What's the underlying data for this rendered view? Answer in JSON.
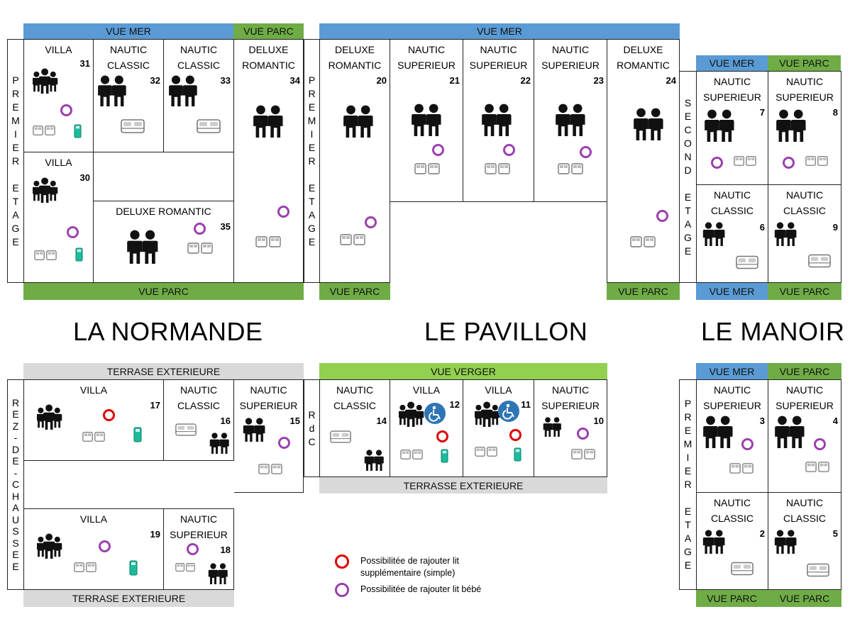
{
  "legend": {
    "extra_bed": "Possibilitée de rajouter lit supplémentaire (simple)",
    "baby_bed": "Possibilitée de rajouter lit bébé"
  },
  "buildings": {
    "normande": "LA NORMANDE",
    "pavillon": "LE PAVILLON",
    "manoir": "LE MANOIR"
  },
  "bands": {
    "top_vue_mer_left": "VUE MER",
    "top_vue_parc_left": "VUE PARC",
    "top_vue_mer_mid": "VUE MER",
    "normande_bottom": "VUE PARC",
    "pavillon_bottom_left": "VUE PARC",
    "pavillon_bottom_right": "VUE PARC",
    "manoir_top_mer": "VUE MER",
    "manoir_top_parc": "VUE PARC",
    "manoir_mid_mer": "VUE MER",
    "manoir_mid_parc": "VUE PARC",
    "normande_rdc_top": "TERRASE EXTERIEURE",
    "normande_rdc_bottom": "TERRASE EXTERIEURE",
    "pavillon_rdc_top": "VUE VERGER",
    "pavillon_rdc_bottom": "TERRASSE EXTERIEURE",
    "manoir_rdc_top_mer": "VUE MER",
    "manoir_rdc_top_parc": "VUE PARC",
    "manoir_rdc_bottom_a": "VUE PARC",
    "manoir_rdc_bottom_b": "VUE PARC"
  },
  "floors": {
    "premier_etage": [
      "P",
      "R",
      "E",
      "M",
      "I",
      "E",
      "R",
      "",
      "E",
      "T",
      "A",
      "G",
      "E"
    ],
    "premier_etage_mid": [
      "P",
      "R",
      "E",
      "M",
      "I",
      "E",
      "R",
      "",
      "E",
      "T",
      "A",
      "G",
      "E"
    ],
    "second_etage": [
      "S",
      "E",
      "C",
      "O",
      "N",
      "D",
      "",
      "E",
      "T",
      "A",
      "G",
      "E"
    ],
    "rez_de_chaussee": [
      "R",
      "E",
      "Z",
      "-",
      "D",
      "E",
      "-",
      "C",
      "H",
      "A",
      "U",
      "S",
      "S",
      "E",
      "E"
    ],
    "rdc": [
      "R",
      "d",
      "C"
    ],
    "premier_etage_manoir": [
      "P",
      "R",
      "E",
      "M",
      "I",
      "E",
      "R",
      "",
      "E",
      "T",
      "A",
      "G",
      "E"
    ]
  },
  "rooms": {
    "r31": {
      "l1": "VILLA",
      "l2": "",
      "num": "31"
    },
    "r32": {
      "l1": "NAUTIC",
      "l2": "CLASSIC",
      "num": "32"
    },
    "r33": {
      "l1": "NAUTIC",
      "l2": "CLASSIC",
      "num": "33"
    },
    "r34": {
      "l1": "DELUXE",
      "l2": "ROMANTIC",
      "num": "34"
    },
    "r30": {
      "l1": "VILLA",
      "l2": "",
      "num": "30"
    },
    "r35": {
      "l1": "DELUXE ROMANTIC",
      "l2": "",
      "num": "35"
    },
    "r20": {
      "l1": "DELUXE",
      "l2": "ROMANTIC",
      "num": "20"
    },
    "r21": {
      "l1": "NAUTIC",
      "l2": "SUPERIEUR",
      "num": "21"
    },
    "r22": {
      "l1": "NAUTIC",
      "l2": "SUPERIEUR",
      "num": "22"
    },
    "r23": {
      "l1": "NAUTIC",
      "l2": "SUPERIEUR",
      "num": "23"
    },
    "r24": {
      "l1": "DELUXE",
      "l2": "ROMANTIC",
      "num": "24"
    },
    "r7": {
      "l1": "NAUTIC",
      "l2": "SUPERIEUR",
      "num": "7"
    },
    "r8": {
      "l1": "NAUTIC",
      "l2": "SUPERIEUR",
      "num": "8"
    },
    "r6": {
      "l1": "NAUTIC",
      "l2": "CLASSIC",
      "num": "6"
    },
    "r9": {
      "l1": "NAUTIC",
      "l2": "CLASSIC",
      "num": "9"
    },
    "r17": {
      "l1": "VILLA",
      "l2": "",
      "num": "17"
    },
    "r16": {
      "l1": "NAUTIC",
      "l2": "CLASSIC",
      "num": "16"
    },
    "r15": {
      "l1": "NAUTIC",
      "l2": "SUPERIEUR",
      "num": "15"
    },
    "r19": {
      "l1": "VILLA",
      "l2": "",
      "num": "19"
    },
    "r18": {
      "l1": "NAUTIC",
      "l2": "SUPERIEUR",
      "num": "18"
    },
    "r14": {
      "l1": "NAUTIC",
      "l2": "CLASSIC",
      "num": "14"
    },
    "r12": {
      "l1": "VILLA",
      "l2": "",
      "num": "12"
    },
    "r11": {
      "l1": "VILLA",
      "l2": "",
      "num": "11"
    },
    "r10": {
      "l1": "NAUTIC",
      "l2": "SUPERIEUR",
      "num": "10"
    },
    "r3": {
      "l1": "NAUTIC",
      "l2": "SUPERIEUR",
      "num": "3"
    },
    "r4": {
      "l1": "NAUTIC",
      "l2": "SUPERIEUR",
      "num": "4"
    },
    "r2": {
      "l1": "NAUTIC",
      "l2": "CLASSIC",
      "num": "2"
    },
    "r5": {
      "l1": "NAUTIC",
      "l2": "CLASSIC",
      "num": "5"
    }
  },
  "colors": {
    "sea_view": "#5b9bd5",
    "park_view": "#6fac46",
    "orchard_view": "#92d050",
    "terrace": "#d9d9d9",
    "extra_bed_marker": "#e00000",
    "baby_bed_marker": "#9b3fb0",
    "accessible_icon": "#2e75b6",
    "cot_icon": "#1abc9c"
  },
  "icons": [
    "couple-icon",
    "family-icon",
    "twin-beds-icon",
    "double-bed-icon",
    "single-bed-icon",
    "wheelchair-icon"
  ]
}
